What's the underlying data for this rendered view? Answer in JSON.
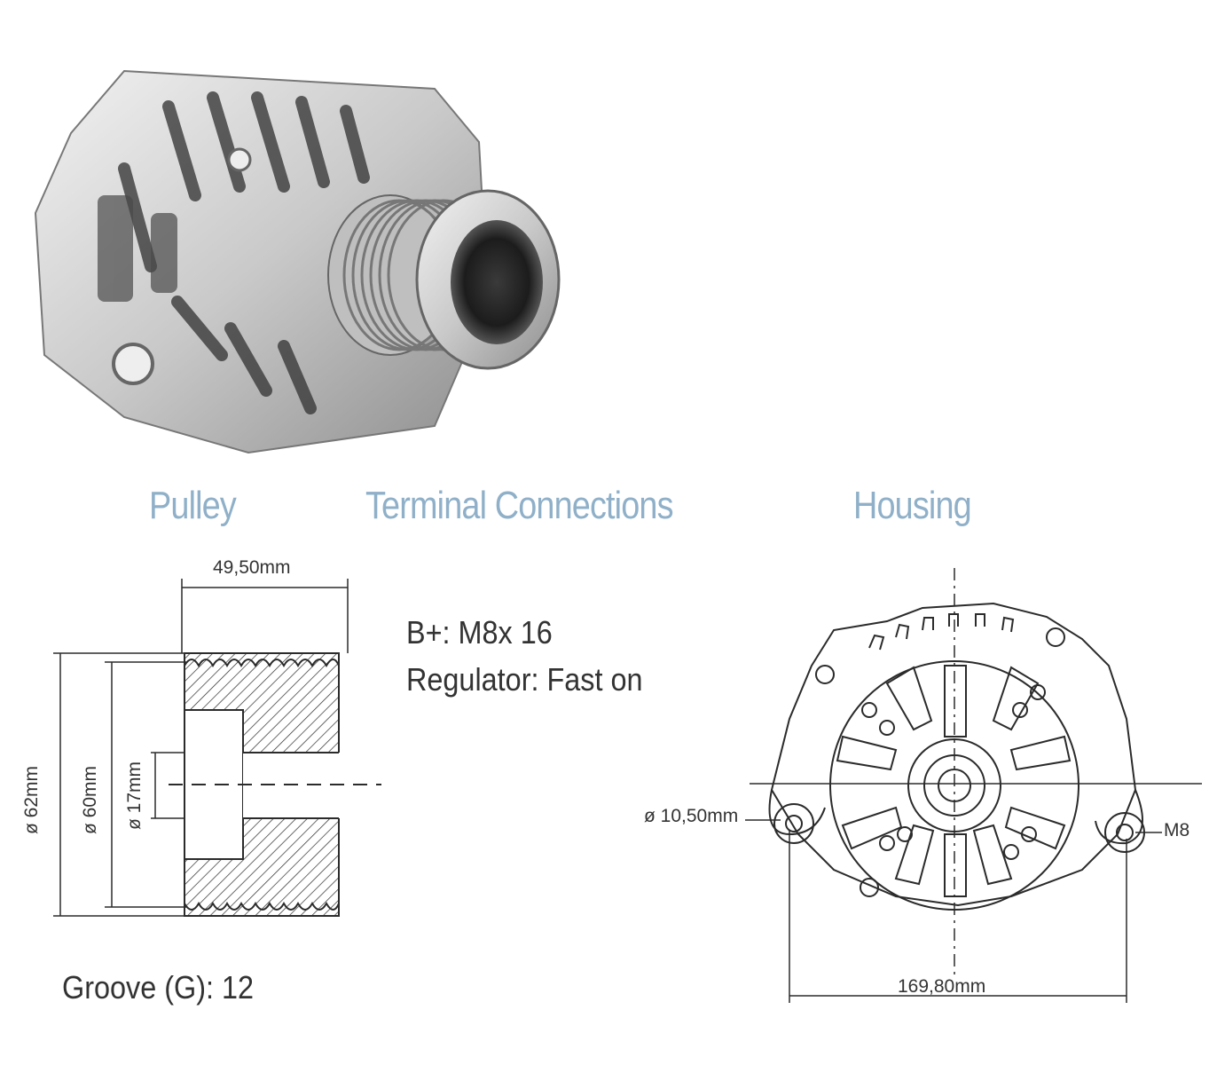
{
  "headings": {
    "pulley": "Pulley",
    "terminal": "Terminal Connections",
    "housing": "Housing"
  },
  "pulley": {
    "width_label": "49,50mm",
    "outer_diameter_label": "ø 62mm",
    "mid_diameter_label": "ø 60mm",
    "bore_label": "ø 17mm",
    "groove_label": "Groove (G): 12"
  },
  "terminal": {
    "b_plus": "B+: M8x 16",
    "regulator": "Regulator: Fast on"
  },
  "housing": {
    "hole_label": "ø 10,50mm",
    "thread_label": "M8",
    "spacing_label": "169,80mm"
  },
  "colors": {
    "heading": "#8fb0c8",
    "text": "#333333",
    "line": "#2b2b2b",
    "metal": "#c8c8c8"
  }
}
